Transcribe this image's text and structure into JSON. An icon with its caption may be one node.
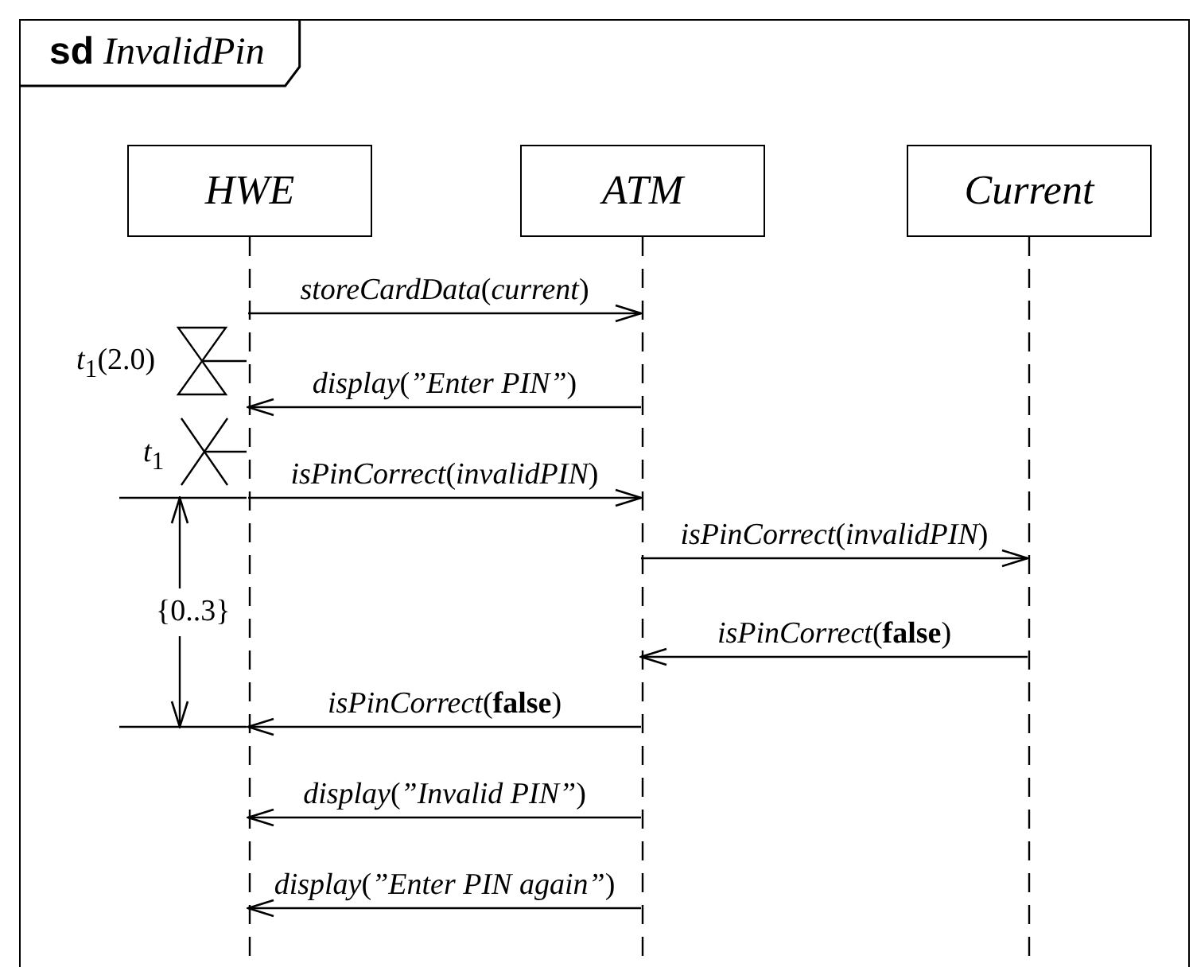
{
  "diagram": {
    "nodes": [
      {
        "text": [
          "**sd** *InvalidPin*"
        ]
      },
      {
        "text": [
          "HWE"
        ],
        "in": 0
      },
      {
        "text": [
          "ATM"
        ],
        "in": 0
      },
      {
        "text": [
          "Current"
        ],
        "in": 0
      }
    ],
    "edges": [
      {
        "from": 1,
        "to": 2,
        "arrow": "to",
        "label": "*storeCardData*(*current*)"
      },
      {
        "from": 2,
        "to": 1,
        "arrow": "to",
        "label": "*display*(*”Enter PIN”*)"
      },
      {
        "from": 1,
        "to": 2,
        "arrow": "to",
        "label": "*isPinCorrect*(*invalidPIN*)"
      },
      {
        "from": 2,
        "to": 3,
        "arrow": "to",
        "label": "*isPinCorrect*(*invalidPIN*)"
      },
      {
        "from": 3,
        "to": 2,
        "arrow": "to",
        "label": "*isPinCorrect*(**false**)"
      },
      {
        "from": 2,
        "to": 1,
        "arrow": "to",
        "label": "*isPinCorrect*(**false**)"
      },
      {
        "from": 2,
        "to": 1,
        "arrow": "to",
        "label": "*display*(*”Invalid PIN”*)"
      },
      {
        "from": 2,
        "to": 1,
        "arrow": "to",
        "label": "*display*(*”Enter PIN again”*)"
      }
    ],
    "labels": [
      "*t*$_{1}$(2.0)",
      "*t*$_{1}$",
      "{0..3}"
    ]
  }
}
